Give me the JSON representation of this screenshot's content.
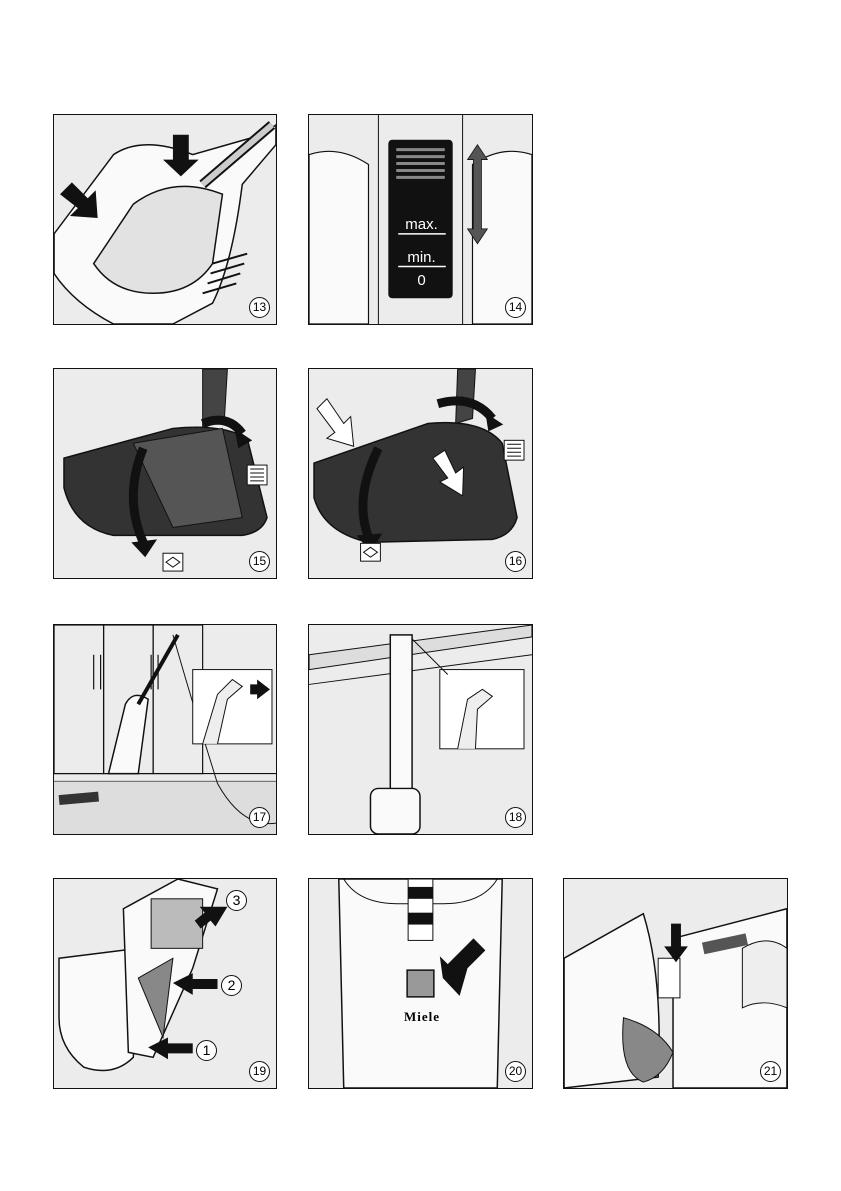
{
  "figures": [
    {
      "number": "13"
    },
    {
      "number": "14",
      "slider": {
        "max_label": "max.",
        "min_label": "min.",
        "zero_label": "0"
      }
    },
    {
      "number": "15"
    },
    {
      "number": "16"
    },
    {
      "number": "17"
    },
    {
      "number": "18"
    },
    {
      "number": "19",
      "callouts": [
        "3",
        "2",
        "1"
      ]
    },
    {
      "number": "20",
      "brand": "Miele"
    },
    {
      "number": "21"
    }
  ],
  "colors": {
    "line": "#111111",
    "panel_bg": "#ececec",
    "arrow": "#111111"
  }
}
